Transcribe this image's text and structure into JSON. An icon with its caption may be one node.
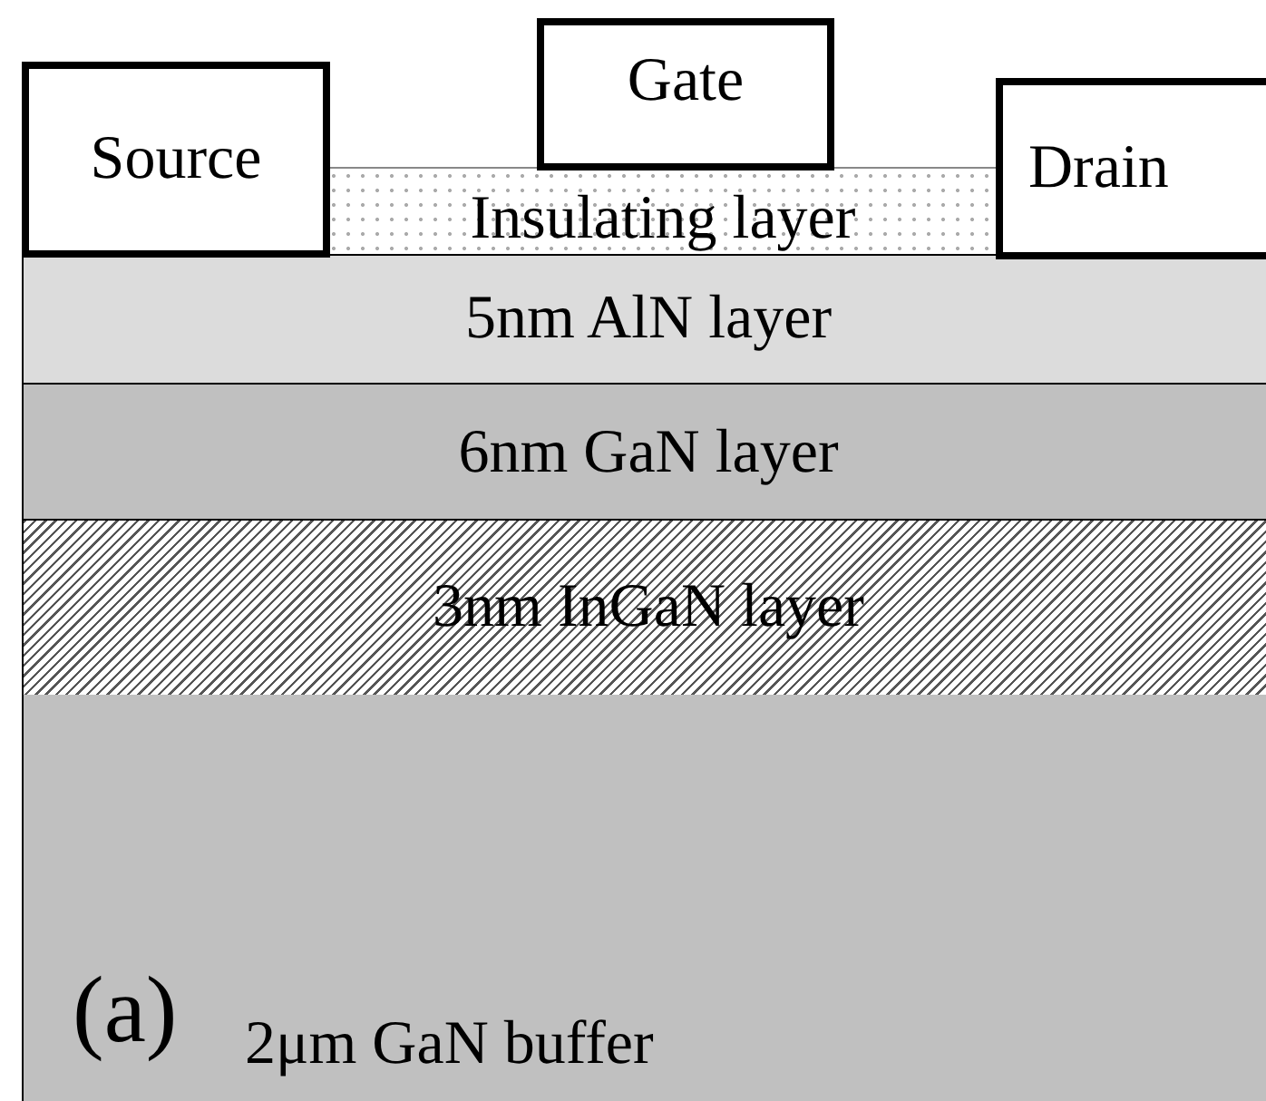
{
  "diagram": {
    "nodes": [
      {
        "text": [
          "Source"
        ]
      },
      {
        "text": [
          "Gate"
        ]
      },
      {
        "text": [
          "Drain"
        ]
      },
      {
        "text": [
          "Insulating layer"
        ]
      },
      {
        "text": [
          "5nm AlN layer"
        ]
      },
      {
        "text": [
          "6nm GaN layer"
        ]
      },
      {
        "text": [
          "3nm InGaN layer"
        ]
      },
      {
        "text": [
          "2μm GaN buffer"
        ]
      }
    ],
    "edges": [],
    "labels": [
      "(a)"
    ]
  }
}
